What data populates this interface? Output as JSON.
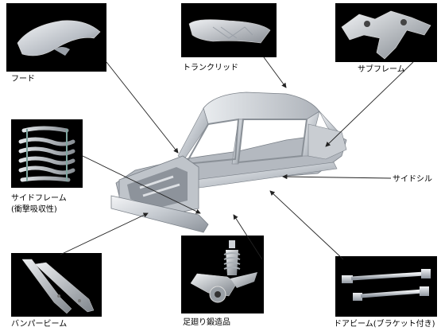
{
  "parts": {
    "hood": "フード",
    "trunk_lid": "トランクリッド",
    "sub_frame": "サブフレーム",
    "side_frame_line1": "サイドフレーム",
    "side_frame_line2": "(衝撃吸収性)",
    "side_sill": "サイドシル",
    "bumper_beam": "バンパービーム",
    "suspension_forging": "足廻り鍛造品",
    "door_beam": "ドアビーム(ブラケット付き)"
  },
  "colors": {
    "photo_background": "#000000",
    "leader_line": "#222222",
    "metal": "#c8ccd2"
  },
  "icons": {
    "arrow": "arrowhead"
  }
}
